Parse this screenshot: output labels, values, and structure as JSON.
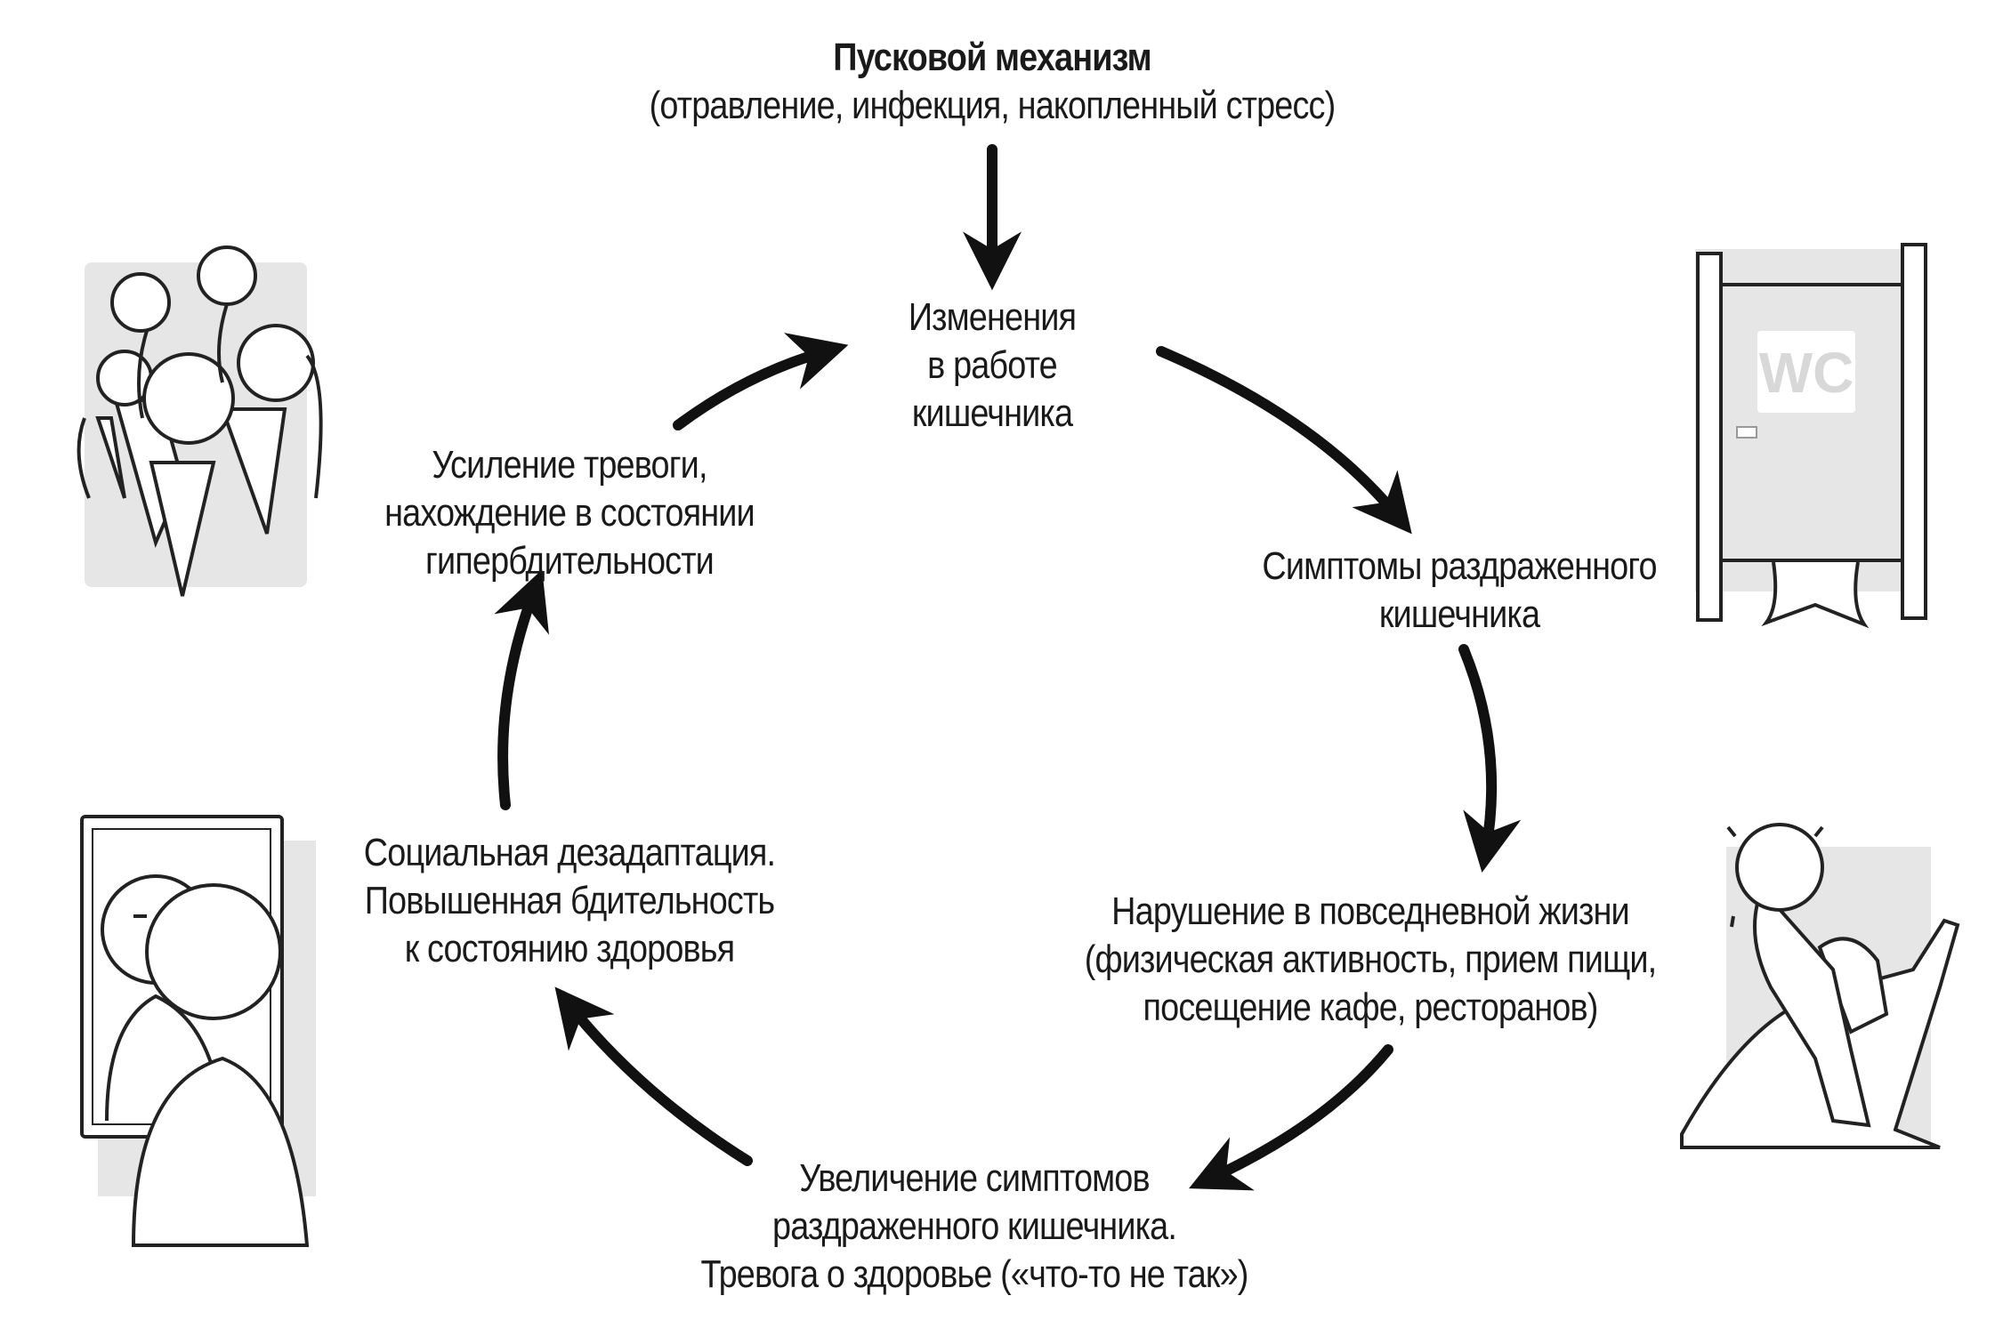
{
  "trigger": {
    "title": "Пусковой механизм",
    "subtitle": "(отравление, инфекция, накопленный стресс)"
  },
  "nodes": {
    "gut_changes": [
      "Изменения",
      "в работе",
      "кишечника"
    ],
    "ibs_symptoms": [
      "Симптомы раздраженного",
      "кишечника"
    ],
    "daily_disruption": [
      "Нарушение в повседневной жизни",
      "(физическая активность, прием пищи,",
      "посещение кафе, ресторанов)"
    ],
    "symptom_increase": [
      "Увеличение симптомов",
      "раздраженного кишечника.",
      "Тревога о здоровье («что-то не так»)"
    ],
    "social_maladaptation": [
      "Социальная дезадаптация.",
      "Повышенная бдительность",
      "к состоянию здоровья"
    ],
    "anxiety_increase": [
      "Усиление тревоги,",
      "нахождение в состоянии",
      "гипербдительности"
    ]
  },
  "illustrations": {
    "toilet_sign": "WC",
    "toilet_icon": "toilet-door-icon",
    "crowd_icon": "crowd-icon",
    "treadmill_icon": "treadmill-runner-icon",
    "mirror_icon": "mirror-reflection-icon"
  },
  "colors": {
    "arrow": "#111111",
    "panel": "#e6e6e6",
    "text": "#1a1a1a"
  }
}
